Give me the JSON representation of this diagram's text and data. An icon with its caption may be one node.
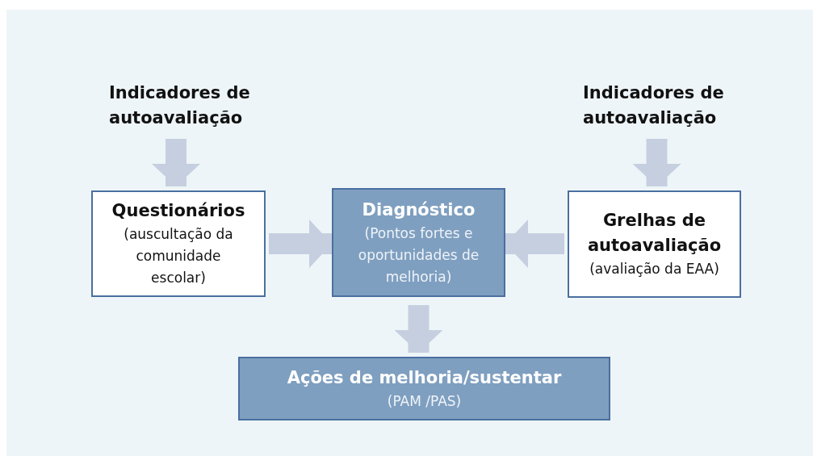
{
  "diagram": {
    "nodes": [
      {
        "text": [
          "Indicadores de autoavaliação"
        ]
      },
      {
        "text": [
          "Indicadores de autoavaliação"
        ]
      },
      {
        "text": [
          "Questionários",
          "(auscultação da comunidade escolar)"
        ]
      },
      {
        "text": [
          "Diagnóstico",
          "(Pontos fortes e oportunidades de melhoria)"
        ]
      },
      {
        "text": [
          "Grelhas de autoavaliação",
          "(avaliação da EAA)"
        ]
      },
      {
        "text": [
          "Ações de melhoria/sustentar",
          "(PAM /PAS)"
        ]
      }
    ],
    "edges": [
      {
        "from": 0,
        "to": 2,
        "arrow": "to"
      },
      {
        "from": 1,
        "to": 4,
        "arrow": "to"
      },
      {
        "from": 2,
        "to": 3,
        "arrow": "to"
      },
      {
        "from": 4,
        "to": 3,
        "arrow": "to"
      },
      {
        "from": 3,
        "to": 5,
        "arrow": "to"
      }
    ]
  }
}
